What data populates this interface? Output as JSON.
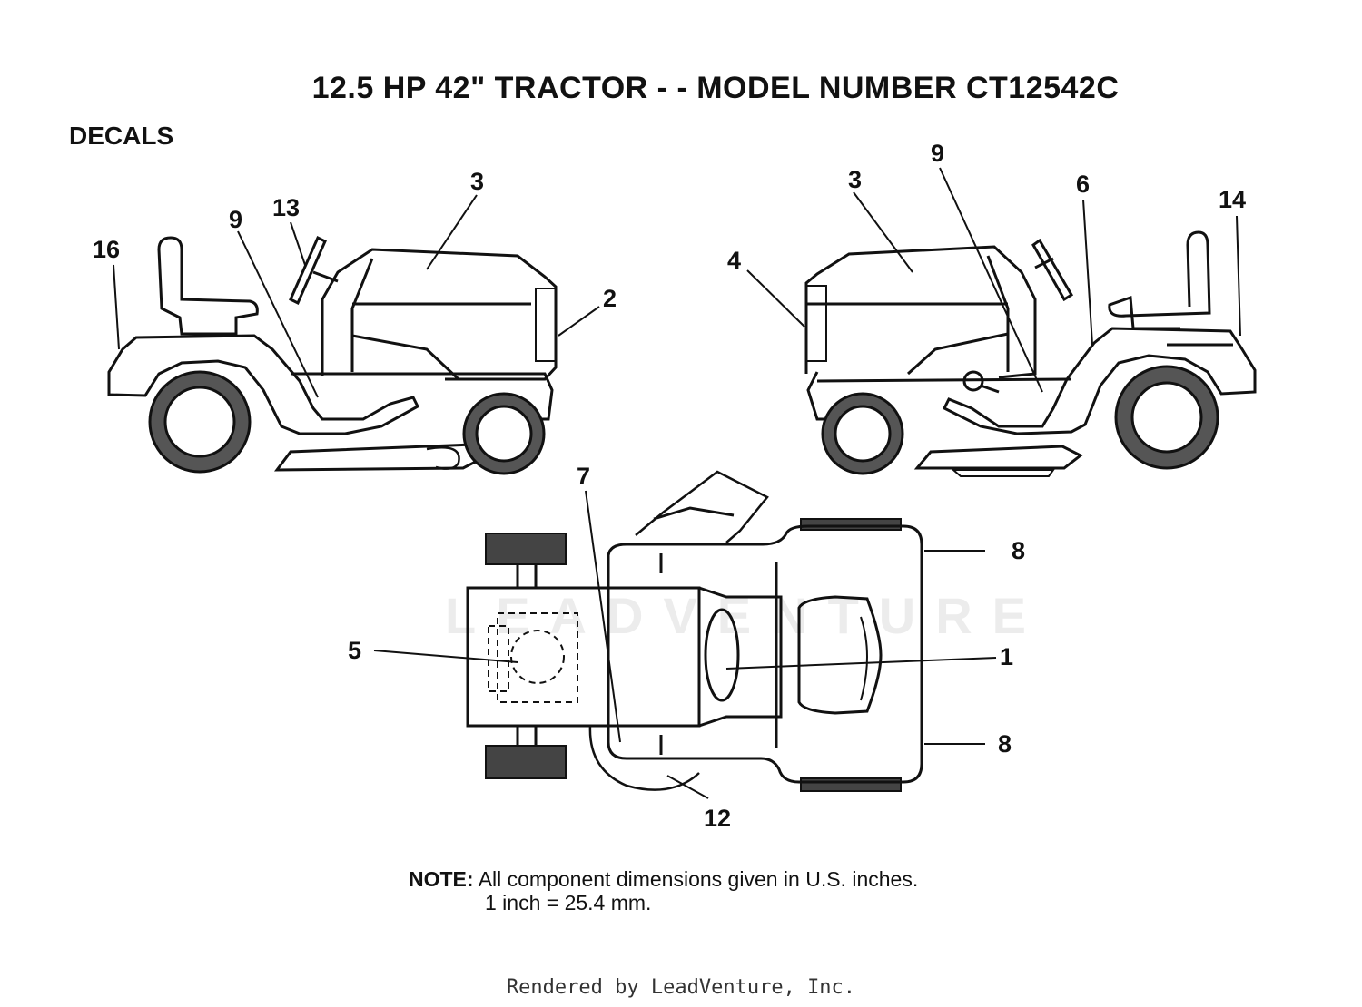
{
  "title": "12.5 HP 42\" TRACTOR - - MODEL NUMBER CT12542C",
  "section": "DECALS",
  "callouts": {
    "left_16": "16",
    "left_9": "9",
    "left_13": "13",
    "left_3": "3",
    "left_2": "2",
    "right_4": "4",
    "right_3": "3",
    "right_9": "9",
    "right_6": "6",
    "right_14": "14",
    "top_7": "7",
    "top_5": "5",
    "top_8a": "8",
    "top_1": "1",
    "top_8b": "8",
    "top_12": "12"
  },
  "note": {
    "label": "NOTE:",
    "line1": "All component dimensions given in U.S. inches.",
    "line2": "1 inch = 25.4 mm."
  },
  "watermark": "LEADVENTURE",
  "footer": "Rendered by LeadVenture, Inc."
}
